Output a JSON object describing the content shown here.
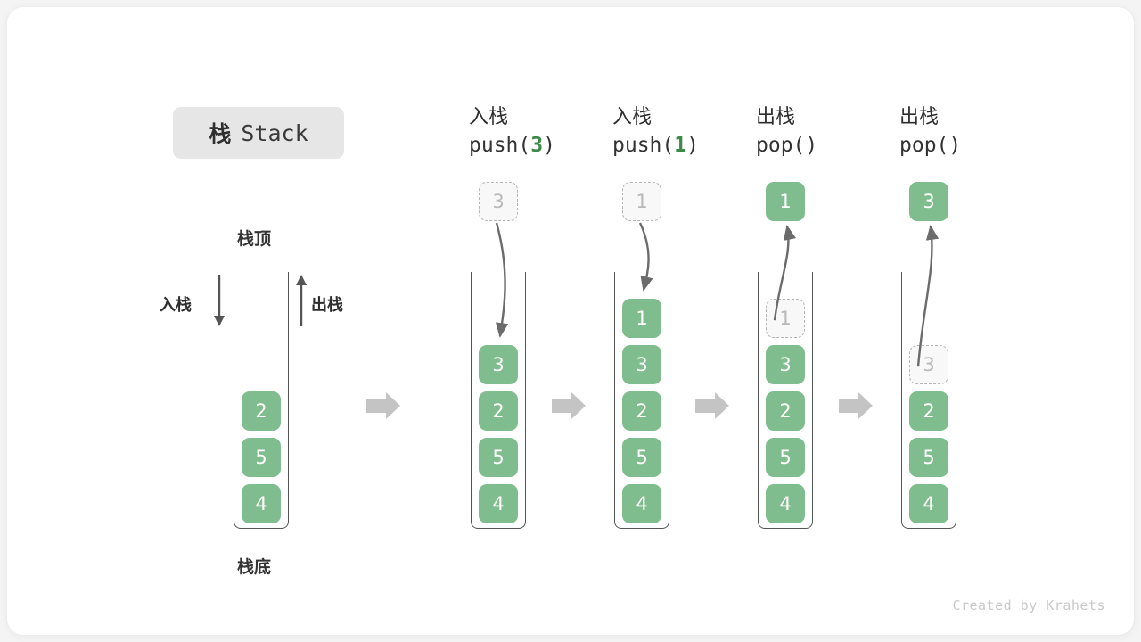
{
  "title": {
    "cn": "栈",
    "en": "Stack"
  },
  "labels": {
    "top": "栈顶",
    "bottom": "栈底",
    "push_side": "入栈",
    "pop_side": "出栈"
  },
  "credit": "Created by Krahets",
  "colors": {
    "cell_green": "#80bd8e",
    "ghost_border": "#b5b5b5",
    "ghost_text": "#b8b8b8",
    "arrow_gray": "#6b6b6b",
    "step_arrow": "#c4c4c4",
    "badge_bg": "#e6e6e6",
    "accent_green_text": "#3b8a47"
  },
  "columns": [
    {
      "id": "initial",
      "head_cn": "",
      "head_code": "",
      "head_code_arg": "",
      "cells": [
        "2",
        "5",
        "4"
      ],
      "ghost_index": -1,
      "floating": null
    },
    {
      "id": "push-3",
      "head_cn": "入栈",
      "head_code_pre": "push(",
      "head_code_arg": "3",
      "head_code_post": ")",
      "cells": [
        "3",
        "2",
        "5",
        "4"
      ],
      "ghost_index": -1,
      "floating": {
        "value": "3",
        "style": "ghost"
      }
    },
    {
      "id": "push-1",
      "head_cn": "入栈",
      "head_code_pre": "push(",
      "head_code_arg": "1",
      "head_code_post": ")",
      "cells": [
        "1",
        "3",
        "2",
        "5",
        "4"
      ],
      "ghost_index": -1,
      "floating": {
        "value": "1",
        "style": "ghost"
      }
    },
    {
      "id": "pop-1",
      "head_cn": "出栈",
      "head_code_pre": "pop(",
      "head_code_arg": "",
      "head_code_post": ")",
      "cells": [
        "1",
        "3",
        "2",
        "5",
        "4"
      ],
      "ghost_index": 0,
      "floating": {
        "value": "1",
        "style": "solid"
      }
    },
    {
      "id": "pop-2",
      "head_cn": "出栈",
      "head_code_pre": "pop(",
      "head_code_arg": "",
      "head_code_post": ")",
      "cells": [
        "3",
        "2",
        "5",
        "4"
      ],
      "ghost_index": 0,
      "floating": {
        "value": "3",
        "style": "solid"
      }
    }
  ],
  "step_arrows": 4
}
